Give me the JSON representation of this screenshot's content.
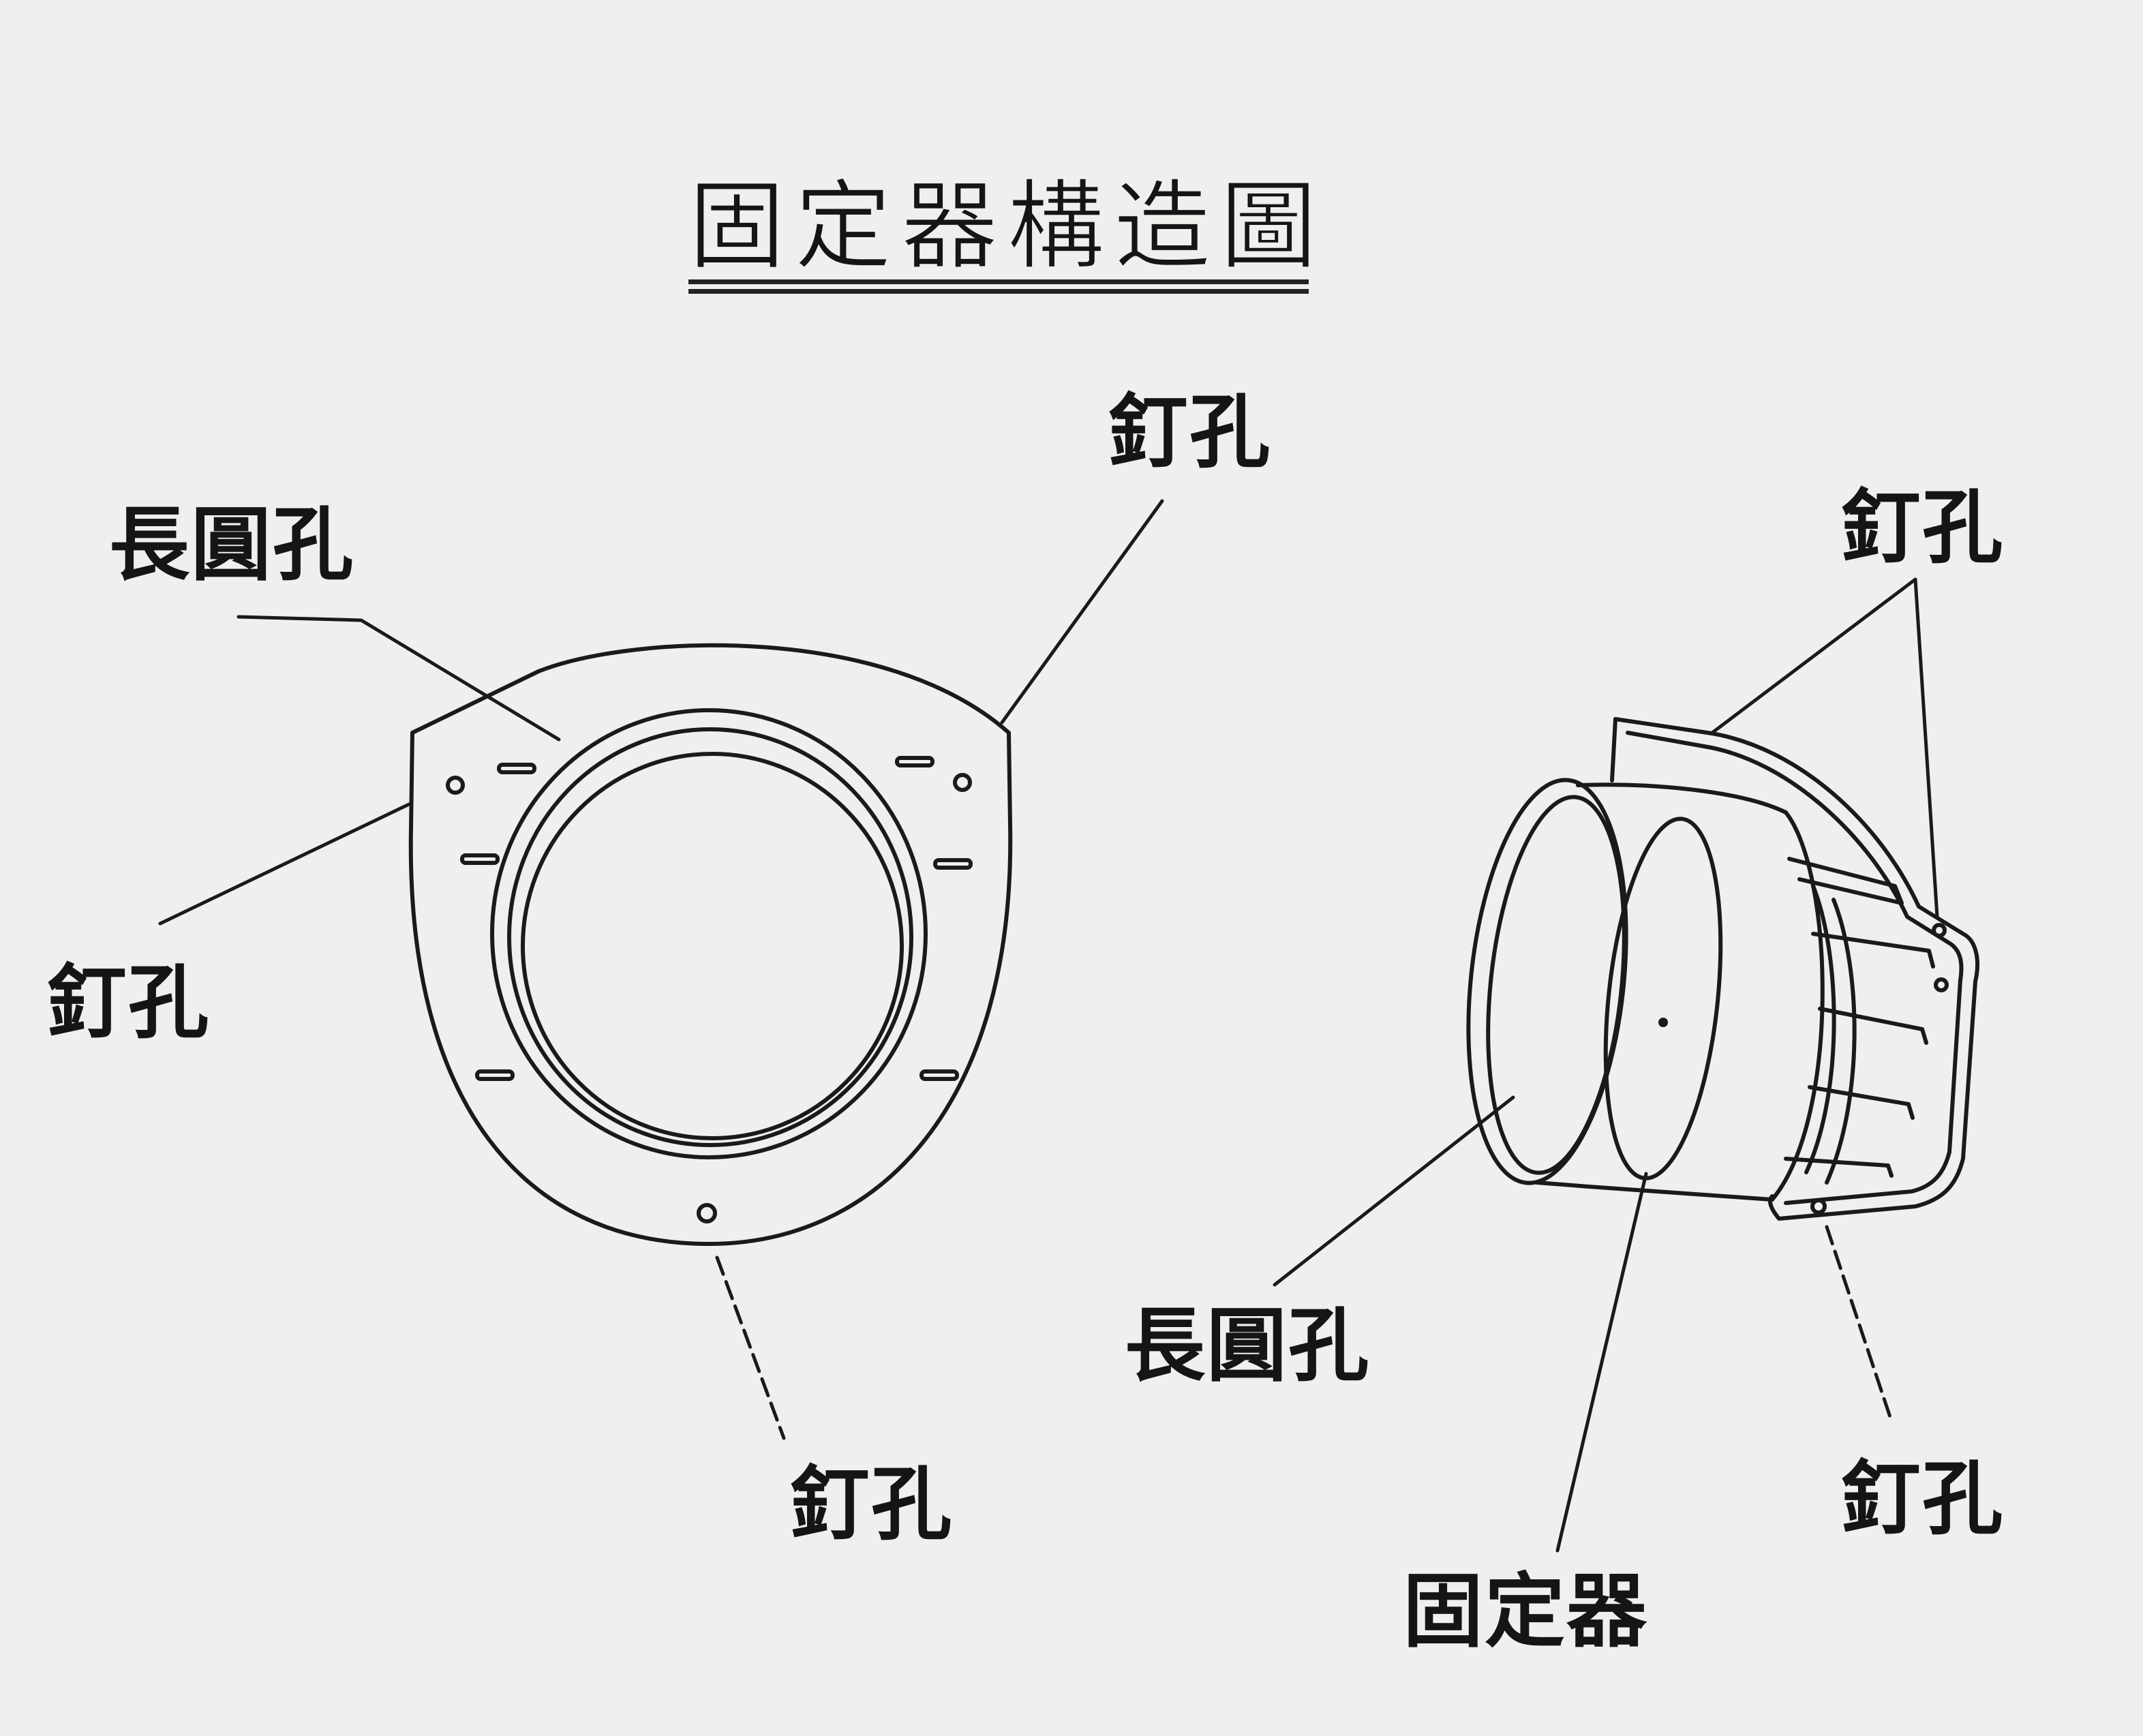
{
  "title": "固定器構造圖",
  "left_view": {
    "oval_hole_label": "長圓孔",
    "nail_hole_top_right": "釘孔",
    "nail_hole_left": "釘孔",
    "nail_hole_bottom": "釘孔"
  },
  "right_view": {
    "nail_hole_top": "釘孔",
    "oval_hole_label": "長圓孔",
    "nail_hole_bottom_right": "釘孔",
    "fixture_label": "固定器"
  }
}
